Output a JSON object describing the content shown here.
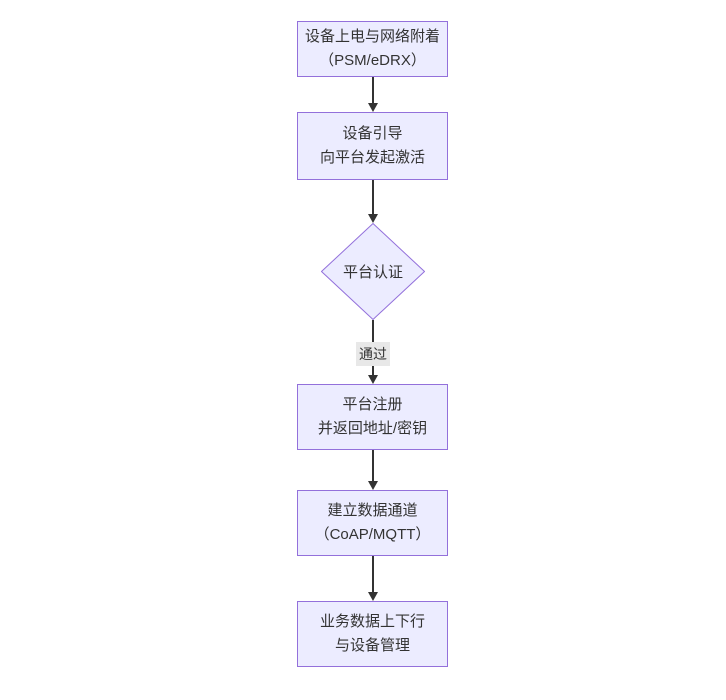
{
  "diagram": {
    "type": "flowchart",
    "direction": "top-down",
    "nodes": [
      {
        "id": "A",
        "shape": "rect",
        "lines": [
          "设备上电与网络附着",
          "（PSM/eDRX）"
        ]
      },
      {
        "id": "B",
        "shape": "rect",
        "lines": [
          "设备引导",
          "向平台发起激活"
        ]
      },
      {
        "id": "C",
        "shape": "diamond",
        "lines": [
          "平台认证"
        ]
      },
      {
        "id": "D",
        "shape": "rect",
        "lines": [
          "平台注册",
          "并返回地址/密钥"
        ]
      },
      {
        "id": "E",
        "shape": "rect",
        "lines": [
          "建立数据通道",
          "（CoAP/MQTT）"
        ]
      },
      {
        "id": "F",
        "shape": "rect",
        "lines": [
          "业务数据上下行",
          "与设备管理"
        ]
      }
    ],
    "edges": [
      {
        "from": "A",
        "to": "B",
        "label": ""
      },
      {
        "from": "B",
        "to": "C",
        "label": ""
      },
      {
        "from": "C",
        "to": "D",
        "label": "通过"
      },
      {
        "from": "D",
        "to": "E",
        "label": ""
      },
      {
        "from": "E",
        "to": "F",
        "label": ""
      }
    ],
    "colors": {
      "node_fill": "#ECECFF",
      "node_border": "#9370DB",
      "text": "#333333",
      "edge": "#333333",
      "label_bg": "#e8e8e8",
      "canvas_bg": "#ffffff"
    }
  }
}
